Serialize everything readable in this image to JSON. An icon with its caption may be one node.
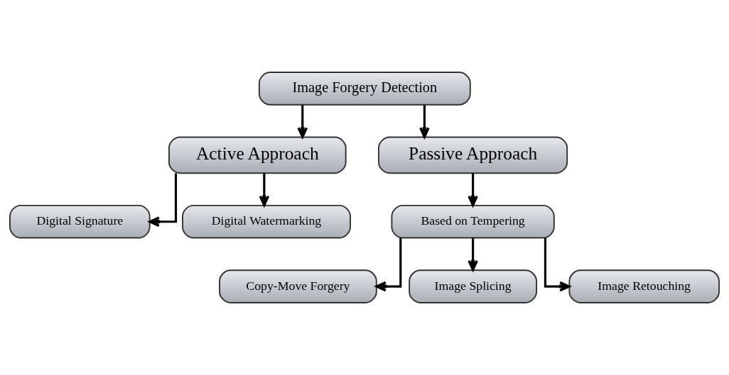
{
  "diagram": {
    "nodes": [
      {
        "text": [
          "Image Forgery Detection"
        ]
      },
      {
        "text": [
          "Active Approach"
        ]
      },
      {
        "text": [
          "Passive Approach"
        ]
      },
      {
        "text": [
          "Digital Signature"
        ]
      },
      {
        "text": [
          "Digital Watermarking"
        ]
      },
      {
        "text": [
          "Based on Tempering"
        ]
      },
      {
        "text": [
          "Copy-Move Forgery"
        ]
      },
      {
        "text": [
          "Image Splicing"
        ]
      },
      {
        "text": [
          "Image Retouching"
        ]
      }
    ],
    "edges": [
      {
        "from": 0,
        "to": 1,
        "arrow": "to"
      },
      {
        "from": 0,
        "to": 2,
        "arrow": "to"
      },
      {
        "from": 1,
        "to": 3,
        "arrow": "to"
      },
      {
        "from": 1,
        "to": 4,
        "arrow": "to"
      },
      {
        "from": 2,
        "to": 5,
        "arrow": "to"
      },
      {
        "from": 5,
        "to": 6,
        "arrow": "to"
      },
      {
        "from": 5,
        "to": 7,
        "arrow": "to"
      },
      {
        "from": 5,
        "to": 8,
        "arrow": "to"
      }
    ]
  }
}
